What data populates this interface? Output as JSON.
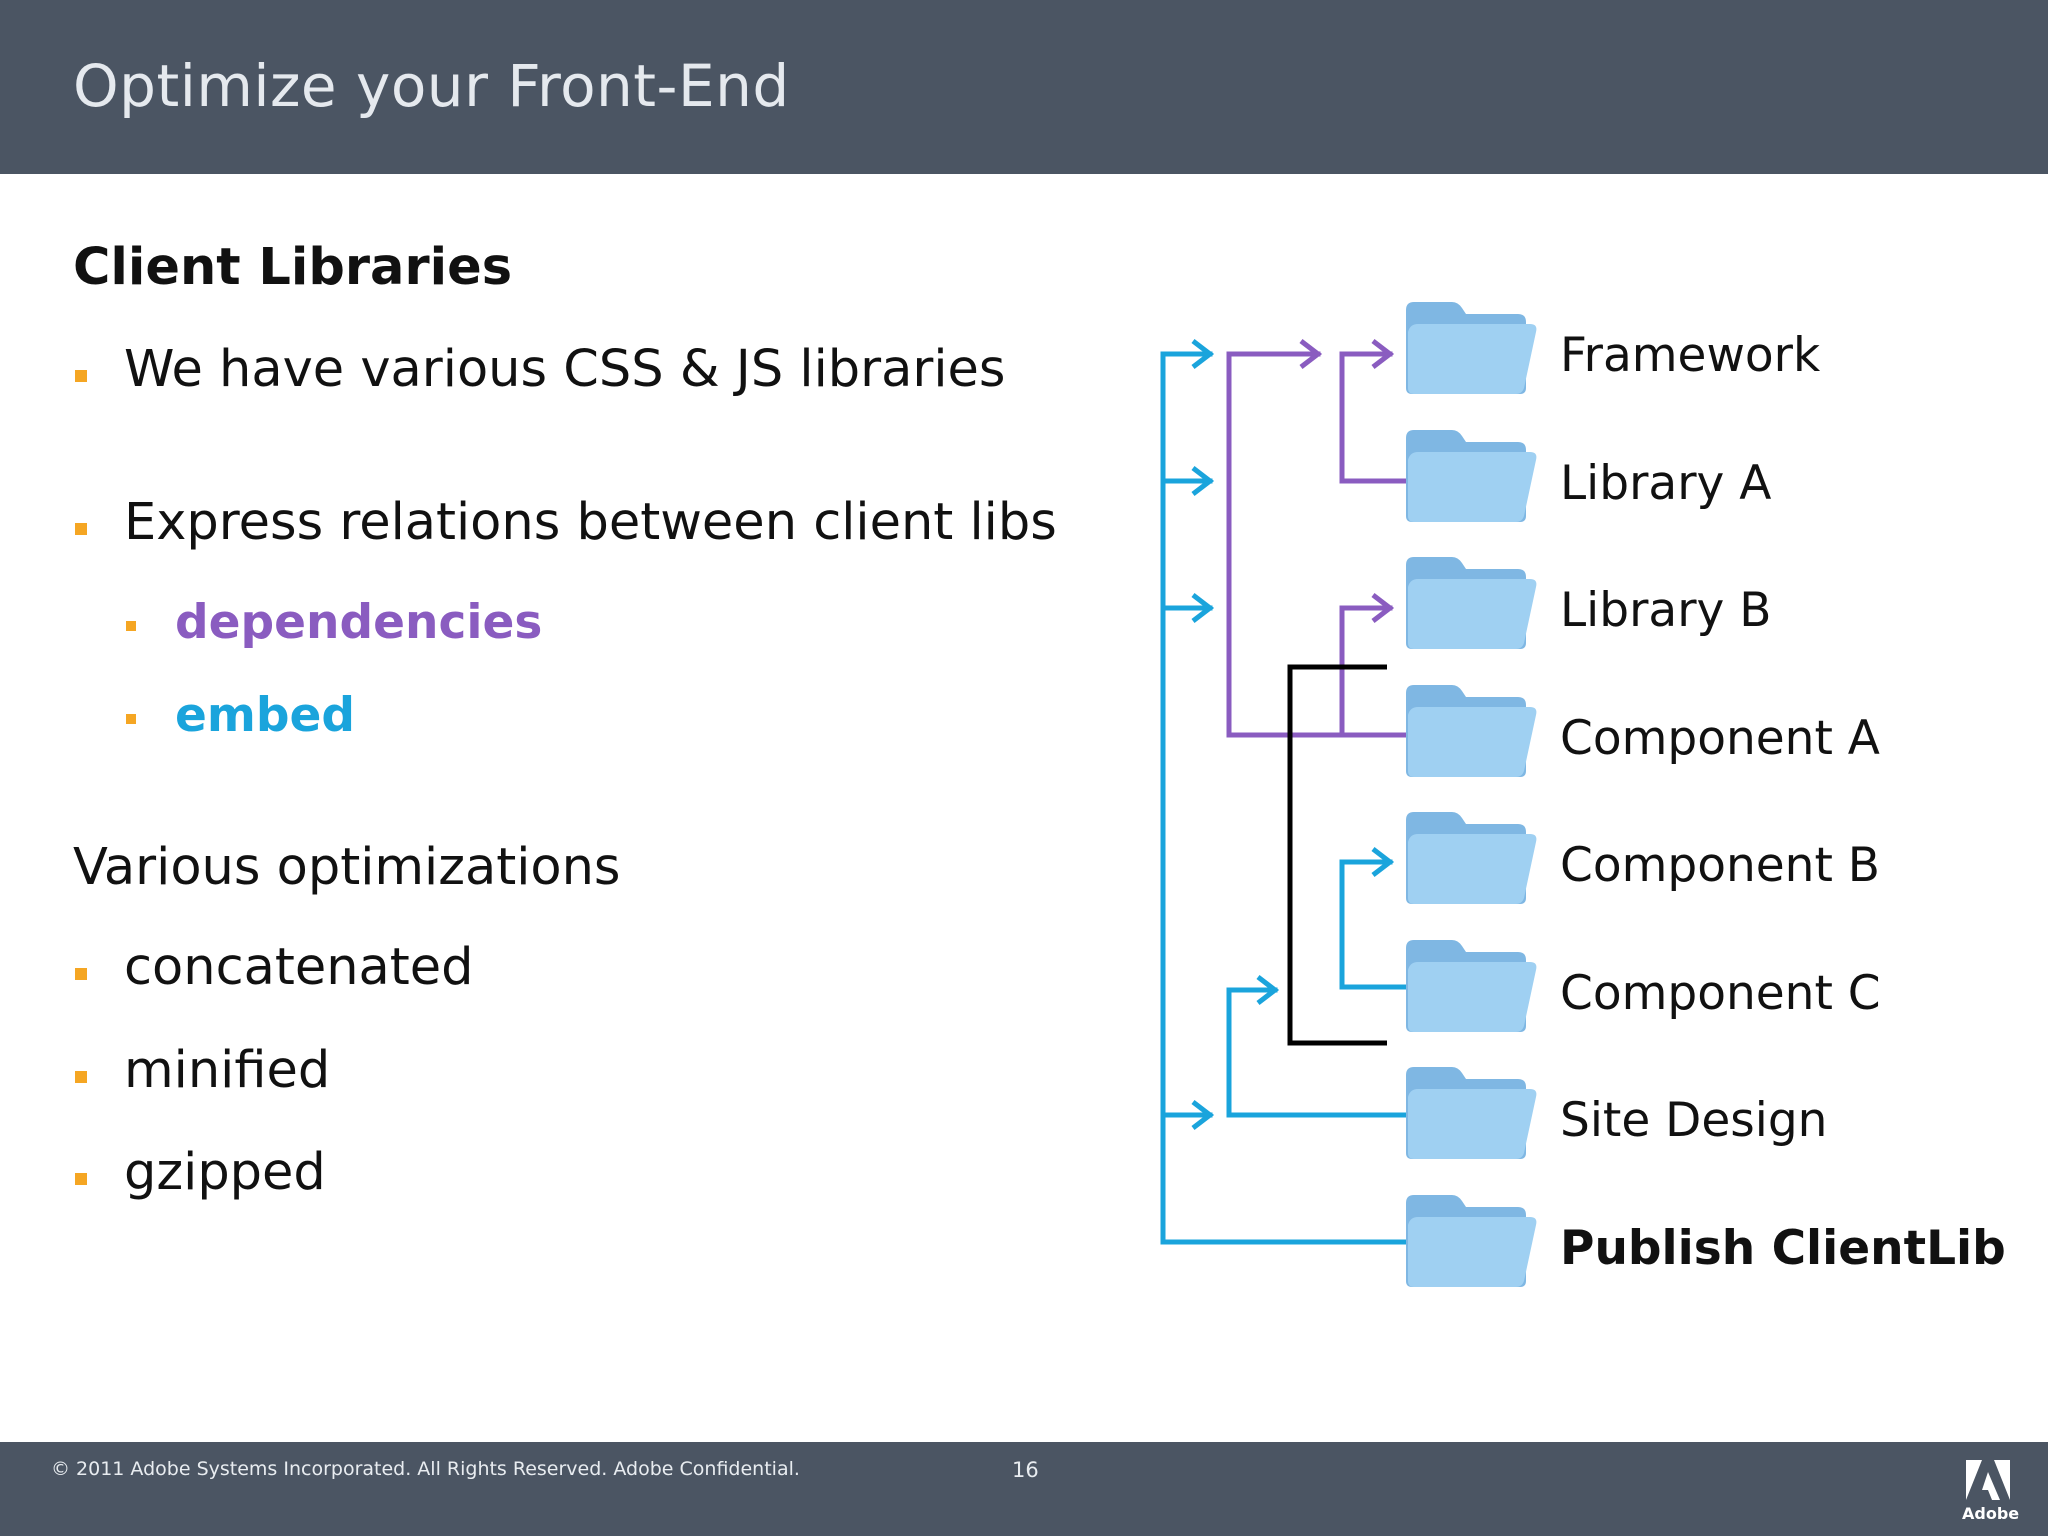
{
  "header": {
    "title": "Optimize your Front-End"
  },
  "content": {
    "heading": "Client Libraries",
    "bullets": [
      "We have various CSS & JS libraries",
      "Express relations between client libs"
    ],
    "relations": [
      {
        "label": "dependencies",
        "color": "#8a5cc0"
      },
      {
        "label": "embed",
        "color": "#1aa4dc"
      }
    ],
    "optimizations_heading": "Various optimizations",
    "optimizations": [
      "concatenated",
      "minified",
      "gzipped"
    ]
  },
  "diagram": {
    "folders": [
      {
        "label": "Framework",
        "bold": false
      },
      {
        "label": "Library A",
        "bold": false
      },
      {
        "label": "Library B",
        "bold": false
      },
      {
        "label": "Component A",
        "bold": false
      },
      {
        "label": "Component B",
        "bold": false
      },
      {
        "label": "Component C",
        "bold": false
      },
      {
        "label": "Site Design",
        "bold": false
      },
      {
        "label": "Publish ClientLib",
        "bold": true
      }
    ],
    "colors": {
      "dependency": "#8a5cc0",
      "embed": "#1aa4dc",
      "group": "#000000",
      "folder": "#8ec5ec"
    },
    "icon": "folder-icon"
  },
  "footer": {
    "copyright": "© 2011 Adobe Systems Incorporated.  All Rights Reserved.  Adobe Confidential.",
    "page_number": "16",
    "logo_text": "Adobe"
  },
  "accent_color": "#f5a623"
}
